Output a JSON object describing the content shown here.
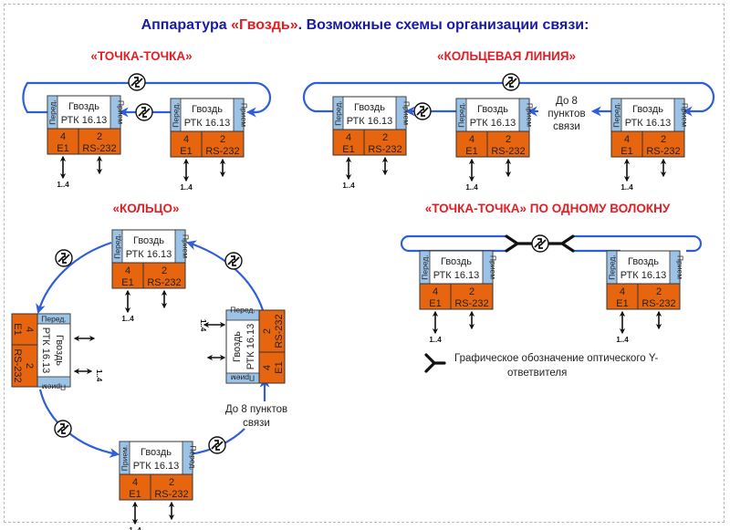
{
  "title": {
    "prefix": "Аппаратура ",
    "brand": "«Гвоздь»",
    "suffix": ". Возможные схемы организации связи:",
    "color_main": "#1a1aa8",
    "color_brand": "#e31e24"
  },
  "colors": {
    "fiber": "#2f5fd8",
    "device_bottom": "#e8650f",
    "side_label_bg": "#9cc3e6",
    "section_title": "#e31e24"
  },
  "device": {
    "name": "Гвоздь",
    "model": "РТК 16.13",
    "tx_label": "Перед.",
    "rx_label": "Прием",
    "rx_label_alt": "Прием.",
    "port1_count": "4",
    "port1_type": "E1",
    "port2_count": "2",
    "port2_type": "RS-232",
    "e1_range": "1..4"
  },
  "sections": {
    "point_to_point": {
      "title": "«ТОЧКА-ТОЧКА»"
    },
    "ring_line": {
      "title": "«КОЛЬЦЕВАЯ ЛИНИЯ»",
      "note_lines": [
        "До 8",
        "пунктов",
        "связи"
      ]
    },
    "ring": {
      "title": "«КОЛЬЦО»",
      "note_lines": [
        "До 8 пунктов",
        "связи"
      ]
    },
    "single_fiber": {
      "title": "«ТОЧКА-ТОЧКА» ПО ОДНОМУ ВОЛОКНУ"
    }
  },
  "legend": {
    "icon": "optical-y-splitter-icon",
    "text_lines": [
      "Графическое обозначение оптического Y-",
      "ответвителя"
    ]
  }
}
